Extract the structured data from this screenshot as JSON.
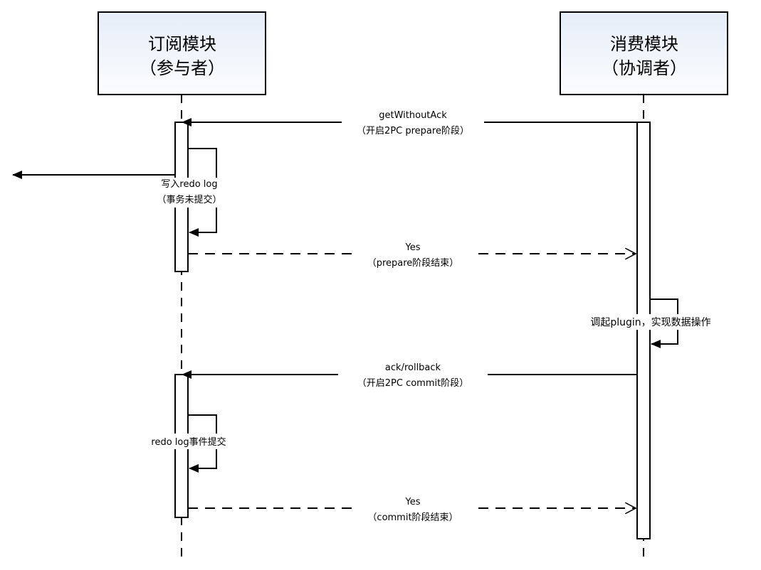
{
  "participants": [
    {
      "id": "subscriber",
      "title": "订阅模块",
      "role": "（参与者）"
    },
    {
      "id": "consumer",
      "title": "消费模块",
      "role": "（协调者）"
    }
  ],
  "messages": [
    {
      "id": "get-without-ack",
      "from": "consumer",
      "to": "subscriber",
      "style": "solid",
      "lines": [
        "getWithoutAck",
        "（开启2PC prepare阶段）"
      ]
    },
    {
      "id": "write-redo-log",
      "from": "subscriber",
      "to": "subscriber",
      "style": "self",
      "lines": [
        "写入redo log",
        "（事务未提交）"
      ]
    },
    {
      "id": "write-redo-log-out",
      "from": "subscriber",
      "to": "external",
      "style": "solid",
      "lines": []
    },
    {
      "id": "prepare-yes",
      "from": "subscriber",
      "to": "consumer",
      "style": "dashed",
      "lines": [
        "Yes",
        "（prepare阶段结束）"
      ]
    },
    {
      "id": "invoke-plugin",
      "from": "consumer",
      "to": "consumer",
      "style": "self",
      "lines": [
        "调起plugin，实现数据操作"
      ]
    },
    {
      "id": "ack-rollback",
      "from": "consumer",
      "to": "subscriber",
      "style": "solid",
      "lines": [
        "ack/rollback",
        "（开启2PC commit阶段）"
      ]
    },
    {
      "id": "redo-log-commit",
      "from": "subscriber",
      "to": "subscriber",
      "style": "self",
      "lines": [
        "redo log事件提交"
      ]
    },
    {
      "id": "commit-yes",
      "from": "subscriber",
      "to": "consumer",
      "style": "dashed",
      "lines": [
        "Yes",
        "（commit阶段结束）"
      ]
    }
  ],
  "colors": {
    "line": "#000000",
    "box_fill_top": "#e8eef8",
    "box_fill_bottom": "#ffffff",
    "activation_fill": "#ffffff"
  }
}
